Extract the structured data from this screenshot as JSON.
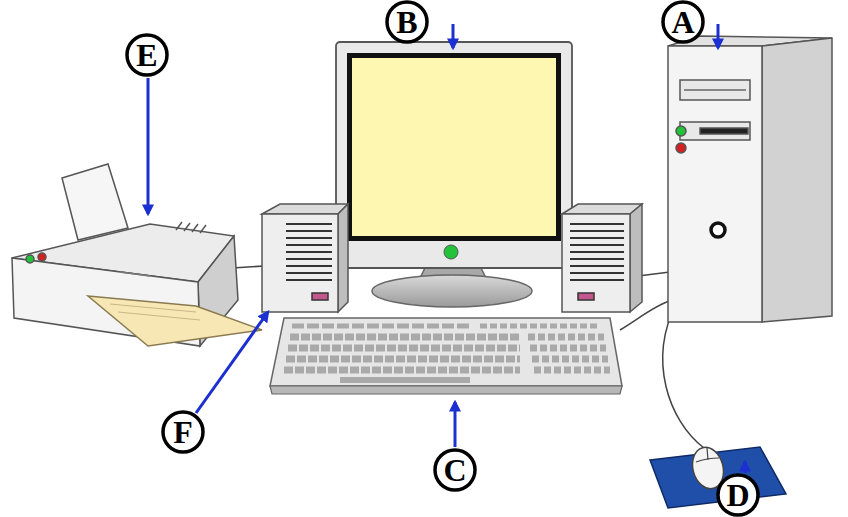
{
  "diagram": {
    "nodes": [
      {
        "text": [
          "B"
        ]
      },
      {
        "text": [
          "A"
        ]
      },
      {
        "text": [
          "E"
        ]
      },
      {
        "text": [
          "F"
        ]
      },
      {
        "text": [
          "C"
        ]
      },
      {
        "text": [
          "D"
        ]
      }
    ]
  }
}
